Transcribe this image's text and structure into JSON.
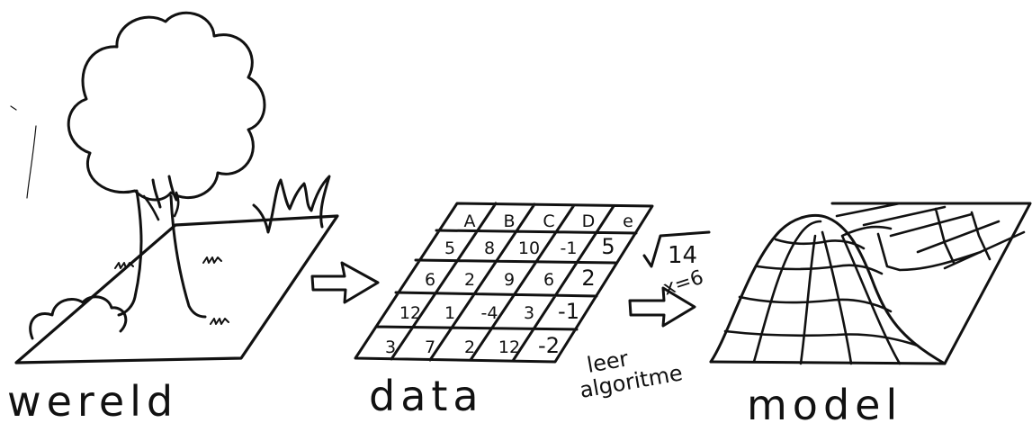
{
  "labels": {
    "world": "wereld",
    "data": "data",
    "model": "model",
    "algorithm_line1": "leer",
    "algorithm_line2": "algoritme"
  },
  "formula": {
    "sqrt_value": "14",
    "equation": "x=6"
  },
  "table": {
    "headers": [
      "A",
      "B",
      "C",
      "D",
      "e"
    ],
    "rows": [
      [
        "5",
        "8",
        "10",
        "-1",
        "5"
      ],
      [
        "6",
        "2",
        "9",
        "6",
        "2"
      ],
      [
        "12",
        "1",
        "-4",
        "3",
        "-1"
      ],
      [
        "3",
        "7",
        "2",
        "12",
        "-2"
      ]
    ]
  },
  "colors": {
    "ink": "#111111",
    "background": "#ffffff"
  }
}
